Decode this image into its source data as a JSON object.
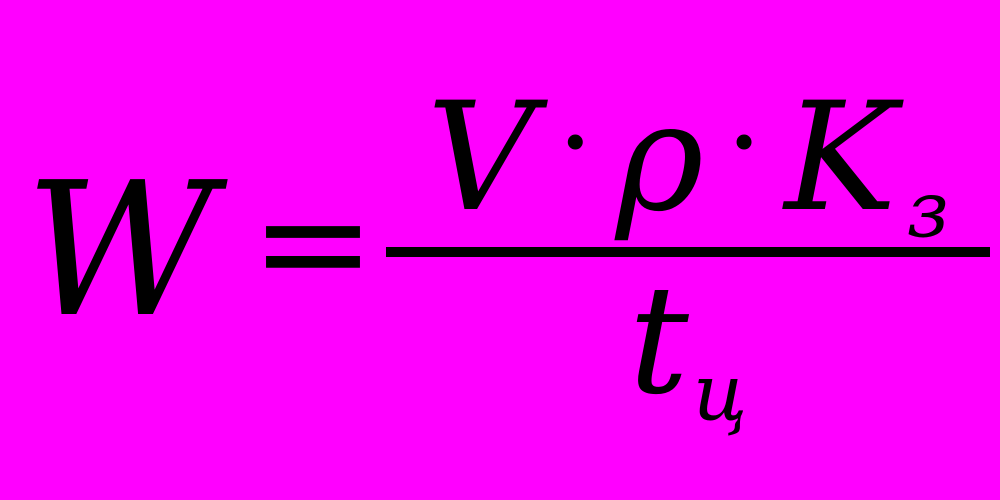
{
  "colors": {
    "background": "#FF00FF",
    "text": "#000000"
  },
  "formula": {
    "lhs": "W",
    "equals": "=",
    "numerator": {
      "var1": "V",
      "dot1": "·",
      "var2": "ρ",
      "dot2": "·",
      "var3": "K",
      "var3_sub": "з"
    },
    "denominator": {
      "var": "t",
      "sub": "ц"
    }
  }
}
